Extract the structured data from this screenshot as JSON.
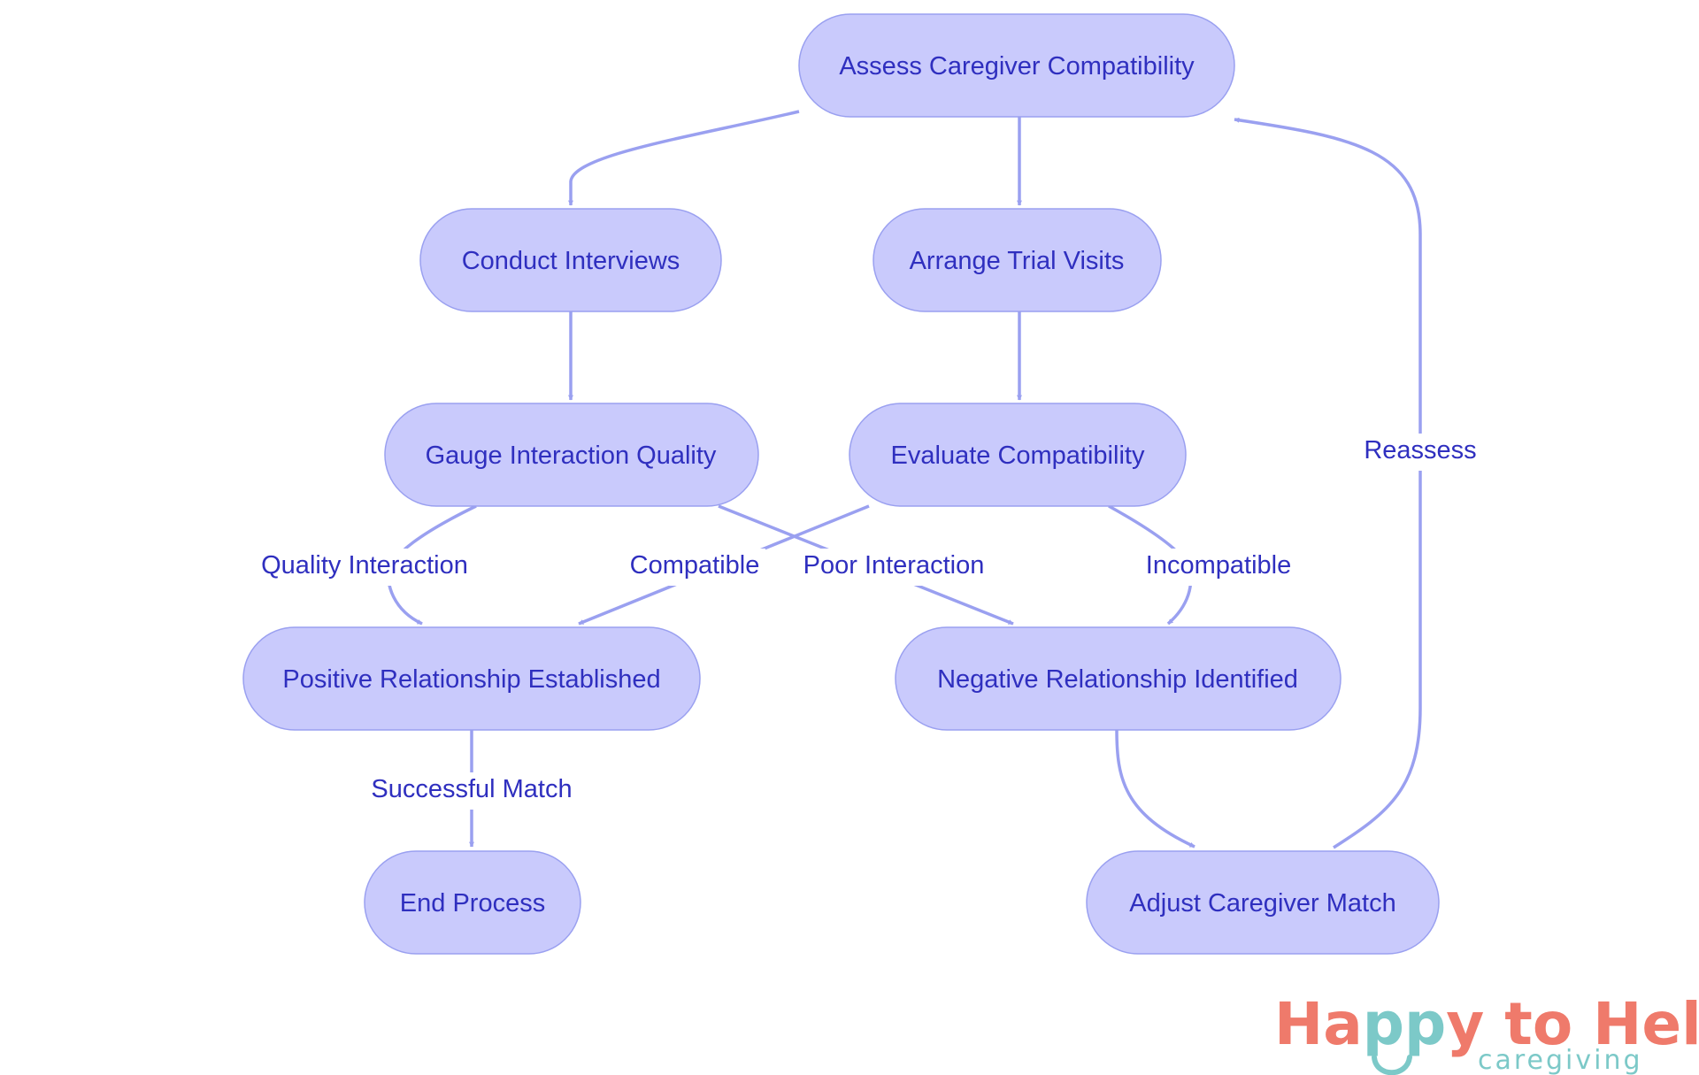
{
  "diagram": {
    "colors": {
      "node_fill": "#c9cafc",
      "node_stroke": "#9aa0f0",
      "edge": "#9aa0f0",
      "text": "#2f2fbf"
    },
    "nodes": [
      {
        "id": "assess",
        "label": "Assess Caregiver Compatibility"
      },
      {
        "id": "interviews",
        "label": "Conduct Interviews"
      },
      {
        "id": "trial",
        "label": "Arrange Trial Visits"
      },
      {
        "id": "gauge",
        "label": "Gauge Interaction Quality"
      },
      {
        "id": "evaluate",
        "label": "Evaluate Compatibility"
      },
      {
        "id": "positive",
        "label": "Positive Relationship Established"
      },
      {
        "id": "negative",
        "label": "Negative Relationship Identified"
      },
      {
        "id": "end",
        "label": "End Process"
      },
      {
        "id": "adjust",
        "label": "Adjust Caregiver Match"
      }
    ],
    "edges": [
      {
        "from": "assess",
        "to": "interviews",
        "label": ""
      },
      {
        "from": "assess",
        "to": "trial",
        "label": ""
      },
      {
        "from": "interviews",
        "to": "gauge",
        "label": ""
      },
      {
        "from": "trial",
        "to": "evaluate",
        "label": ""
      },
      {
        "from": "gauge",
        "to": "positive",
        "label": "Quality Interaction"
      },
      {
        "from": "gauge",
        "to": "negative",
        "label": "Poor Interaction"
      },
      {
        "from": "evaluate",
        "to": "positive",
        "label": "Compatible"
      },
      {
        "from": "evaluate",
        "to": "negative",
        "label": "Incompatible"
      },
      {
        "from": "positive",
        "to": "end",
        "label": "Successful Match"
      },
      {
        "from": "negative",
        "to": "adjust",
        "label": ""
      },
      {
        "from": "adjust",
        "to": "assess",
        "label": "Reassess"
      }
    ]
  },
  "logo": {
    "brand_a": "Ha",
    "brand_pp": "pp",
    "brand_b": "y to Help",
    "tagline": "caregiving"
  }
}
